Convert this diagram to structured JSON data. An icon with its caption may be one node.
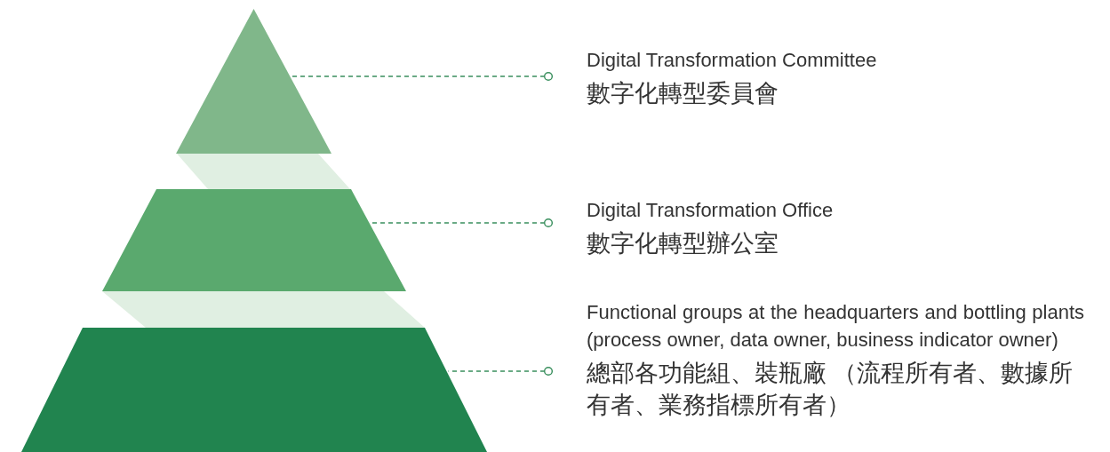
{
  "diagram": {
    "nodes": [
      {
        "text": [],
        "shape": "triangle"
      },
      {
        "text": [],
        "shape": "band"
      },
      {
        "text": [],
        "shape": "trapezoid"
      },
      {
        "text": [],
        "shape": "band"
      },
      {
        "text": [],
        "shape": "trapezoid"
      },
      {
        "text": [
          "Digital Transformation Committee",
          "數字化轉型委員會"
        ]
      },
      {
        "text": [
          "Digital Transformation Office",
          "數字化轉型辦公室"
        ]
      },
      {
        "text": [
          "Functional groups at the headquarters and bottling plants (process owner, data owner, business indicator owner)",
          "總部各功能組、裝瓶廠 （流程所有者、數據所有者、業務指標所有者）"
        ]
      }
    ],
    "edges": [
      {
        "from": 5,
        "to": 0,
        "arrow": "other",
        "style": "dashed"
      },
      {
        "from": 6,
        "to": 2,
        "arrow": "other",
        "style": "dashed"
      },
      {
        "from": 7,
        "to": 4,
        "arrow": "other",
        "style": "dashed"
      }
    ]
  }
}
